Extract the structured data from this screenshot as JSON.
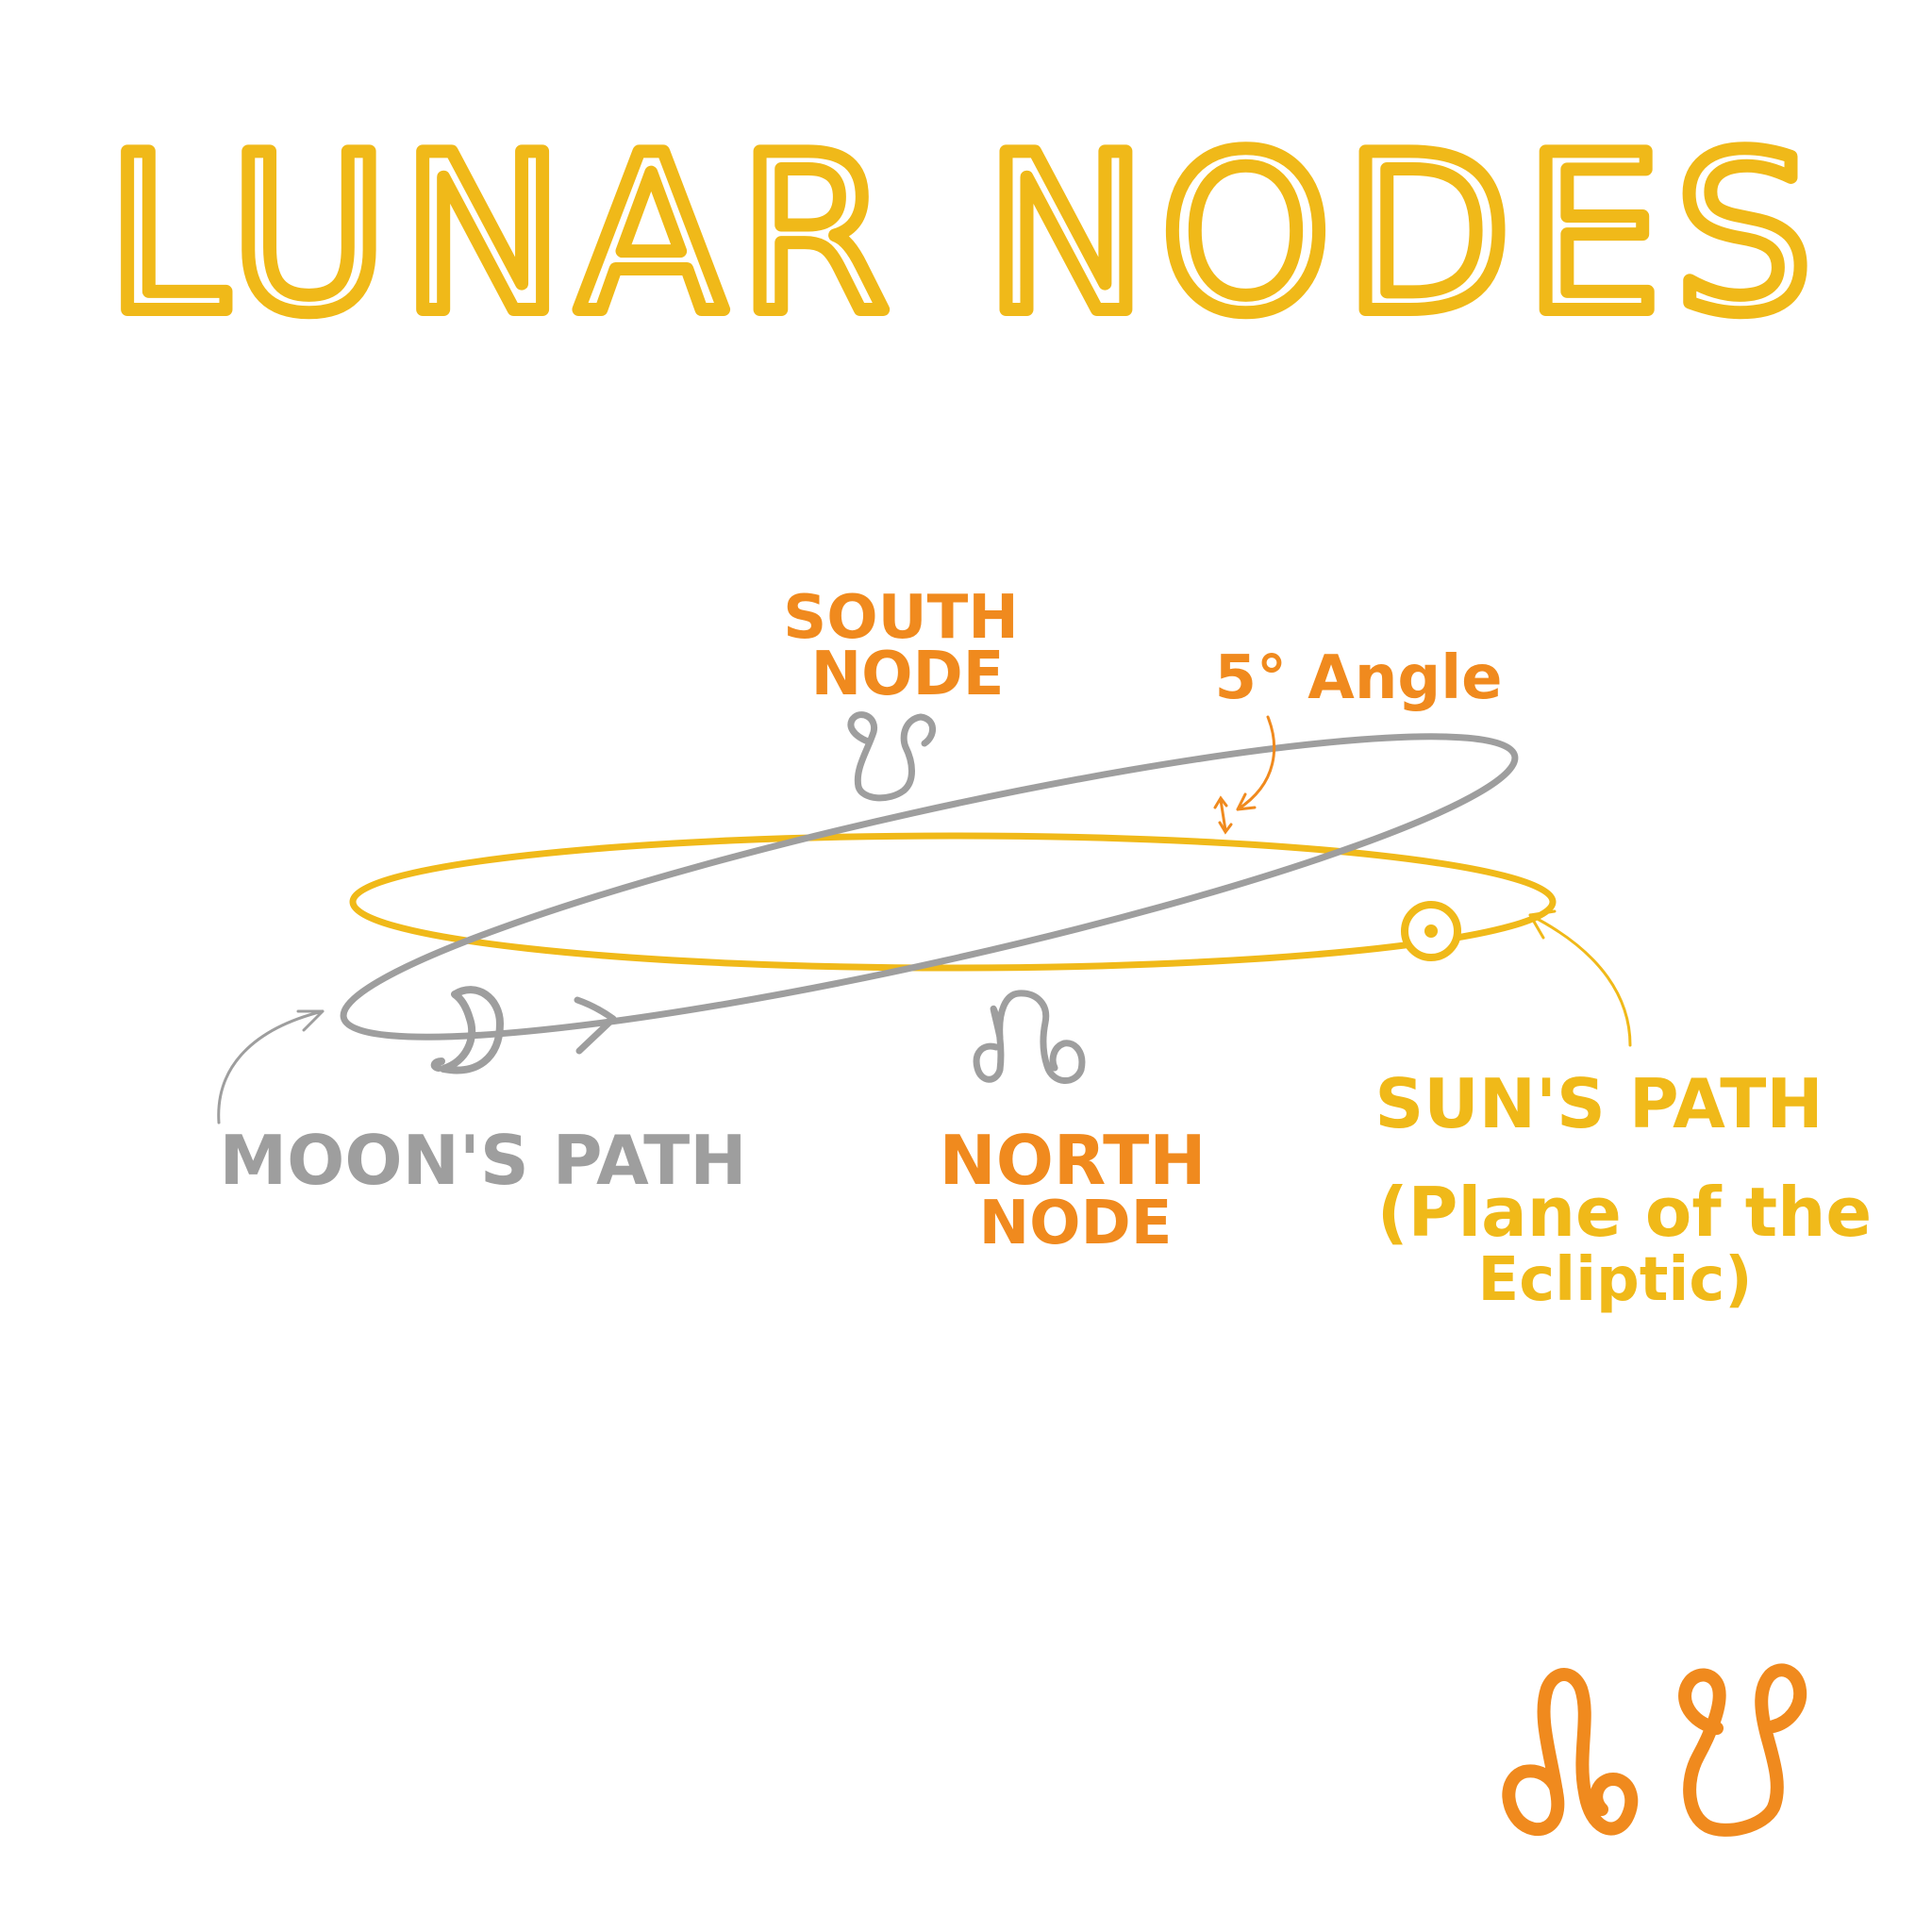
{
  "title": "LUNAR NODES",
  "labels": {
    "south_node": [
      "SOUTH",
      "NODE"
    ],
    "north_node": [
      "NORTH",
      "NODE"
    ],
    "angle": "5° Angle",
    "moons_path": "MOON'S PATH",
    "suns_path": "SUN'S PATH",
    "ecliptic": [
      "(Plane of the",
      "Ecliptic)"
    ]
  },
  "colors": {
    "title": "#F0B919",
    "moon_path": "#9E9E9E",
    "sun_path": "#F0B919",
    "node_label": "#F08A1E",
    "glyph_gray": "#9E9E9E",
    "glyph_orange": "#F08A1E"
  },
  "icons": {
    "south_node_symbol": "south-node-glyph",
    "north_node_symbol": "north-node-glyph",
    "moon_symbol": "crescent-moon-glyph",
    "sun_symbol": "sun-circled-dot-glyph",
    "corner_symbols": [
      "north-node-glyph",
      "south-node-glyph"
    ]
  }
}
